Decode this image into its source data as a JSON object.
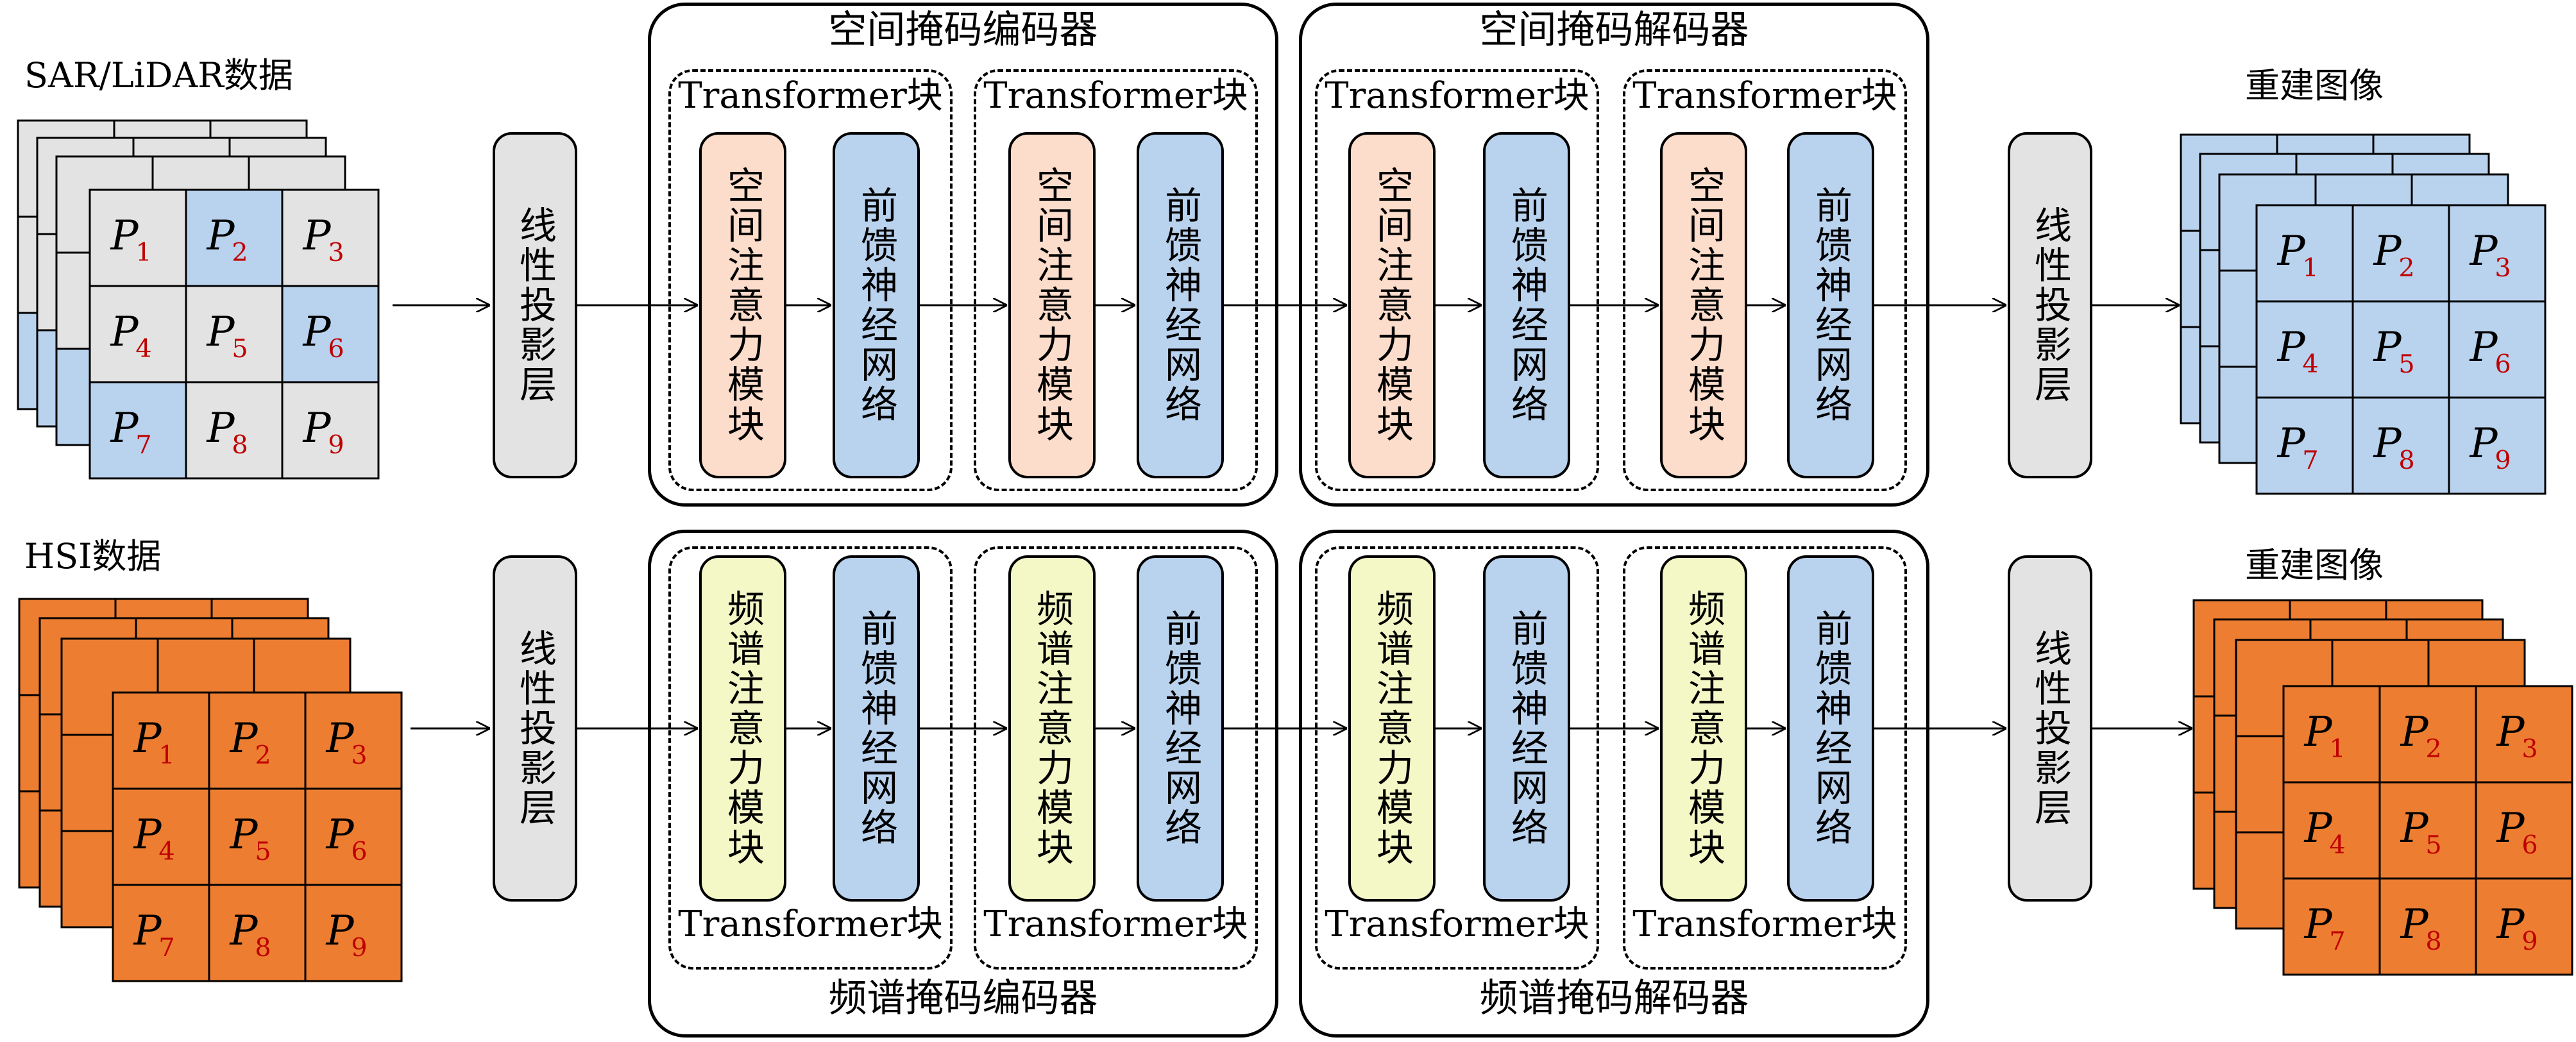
{
  "inputs": {
    "top": {
      "label": "SAR/LiDAR数据"
    },
    "bottom": {
      "label": "HSI数据"
    }
  },
  "patches": [
    "P1",
    "P2",
    "P3",
    "P4",
    "P5",
    "P6",
    "P7",
    "P8",
    "P9"
  ],
  "patch_letter": "P",
  "patch_subscripts": [
    "1",
    "2",
    "3",
    "4",
    "5",
    "6",
    "7",
    "8",
    "9"
  ],
  "projection_label": "线性投影层",
  "encoders": {
    "spatial_encoder": "空间掩码编码器",
    "spatial_decoder": "空间掩码解码器",
    "spectral_encoder": "频谱掩码编码器",
    "spectral_decoder": "频谱掩码解码器"
  },
  "transformer_block_label": "Transformer块",
  "modules": {
    "spatial_attention": "空间注意力模块",
    "spectral_attention": "频谱注意力模块",
    "ffn": "前馈神经网络"
  },
  "outputs": {
    "top": {
      "label": "重建图像"
    },
    "bottom": {
      "label": "重建图像"
    }
  },
  "colors": {
    "gray_patch": "#e3e3e3",
    "blue_patch": "#b9d2ee",
    "orange_patch": "#ed7d31",
    "spatial_attention": "#fcdccb",
    "spectral_attention": "#f4f8c6",
    "ffn": "#b9d2ee",
    "projection": "#e3e3e3",
    "subscript_red": "#c00000"
  }
}
